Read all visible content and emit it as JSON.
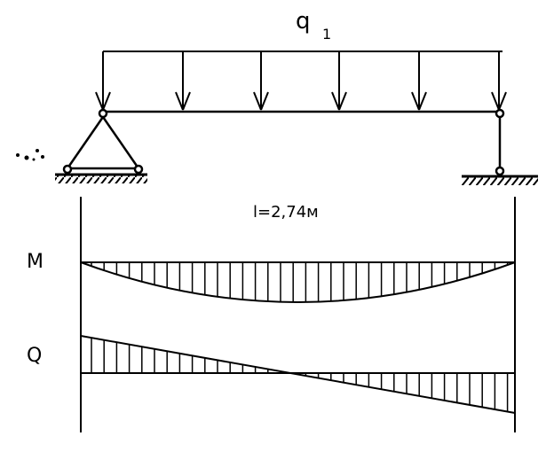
{
  "load_label": "q",
  "load_subscript": "1",
  "length_label": "l=2,74м",
  "moment_label": "M",
  "shear_label": "Q",
  "colors": {
    "ink": "#000000",
    "paper": "#ffffff"
  }
}
